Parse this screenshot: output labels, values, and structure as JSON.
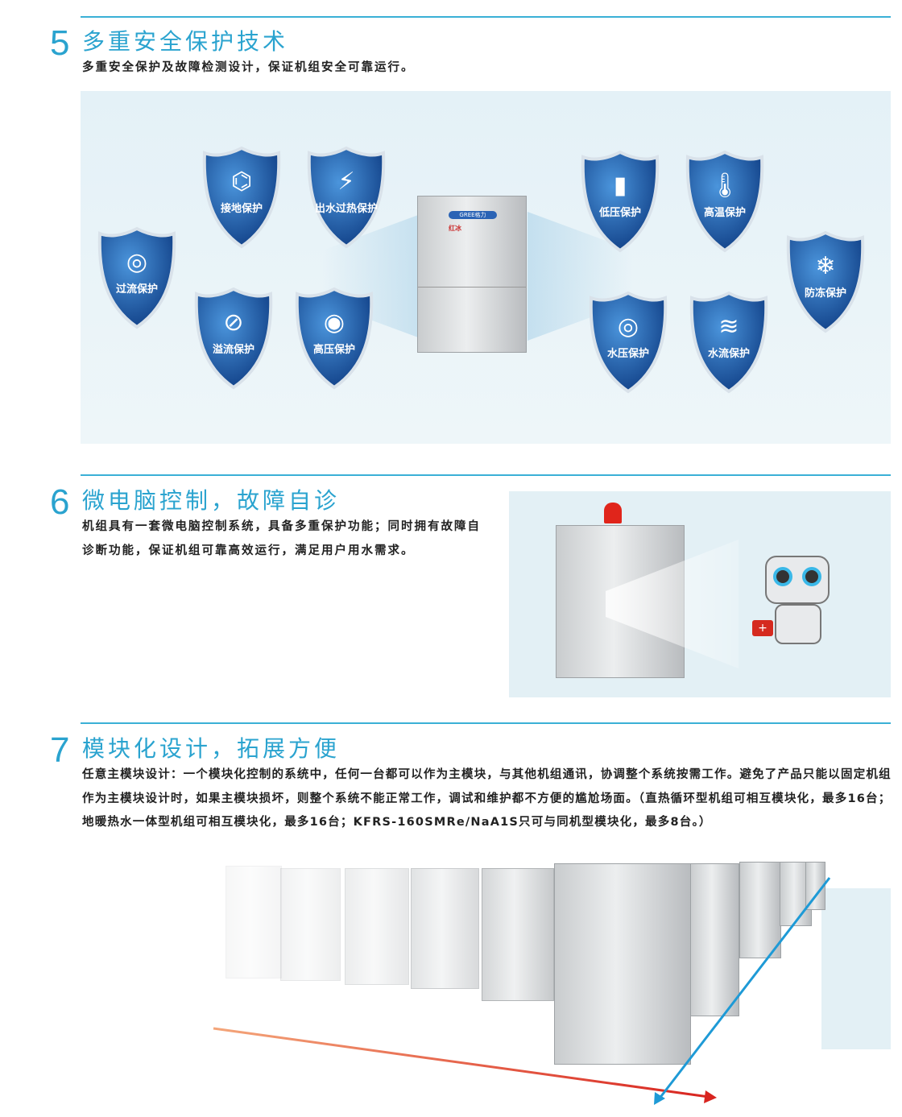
{
  "section5": {
    "number": "5",
    "title": "多重安全保护技术",
    "desc": "多重安全保护及故障检测设计，保证机组安全可靠运行。",
    "shields": [
      {
        "label": "接地保护",
        "icon": "ground-icon"
      },
      {
        "label": "出水过热保护",
        "icon": "lightning-icon"
      },
      {
        "label": "过流保护",
        "icon": "off-cycle-icon"
      },
      {
        "label": "溢流保护",
        "icon": "gauge-icon"
      },
      {
        "label": "高压保护",
        "icon": "pressure-tank-icon"
      },
      {
        "label": "低压保护",
        "icon": "low-pressure-tank-icon"
      },
      {
        "label": "高温保护",
        "icon": "thermometer-icon"
      },
      {
        "label": "防冻保护",
        "icon": "snowflake-icon"
      },
      {
        "label": "水压保护",
        "icon": "water-pressure-gauge-icon"
      },
      {
        "label": "水流保护",
        "icon": "water-flow-icon"
      }
    ],
    "unit_brand": "GREE格力",
    "unit_logo": "红冰"
  },
  "section6": {
    "number": "6",
    "title": "微电脑控制，故障自诊",
    "desc": "机组具有一套微电脑控制系统，具备多重保护功能；同时拥有故障自诊断功能，保证机组可靠高效运行，满足用户用水需求。"
  },
  "section7": {
    "number": "7",
    "title": "模块化设计，拓展方便",
    "desc": "任意主模块设计：一个模块化控制的系统中，任何一台都可以作为主模块，与其他机组通讯，协调整个系统按需工作。避免了产品只能以固定机组作为主模块设计时，如果主模块损坏，则整个系统不能正常工作，调试和维护都不方便的尴尬场面。（直热循环型机组可相互模块化，最多16台；地暖热水一体型机组可相互模块化，最多16台；KFRS-160SMRe/NaA1S只可与同机型模块化，最多8台。）"
  },
  "colors": {
    "accent": "#2aa3cf",
    "shield": "#1f5fa8",
    "arrow_red": "#d8241f",
    "arrow_blue": "#1e9ad6"
  }
}
